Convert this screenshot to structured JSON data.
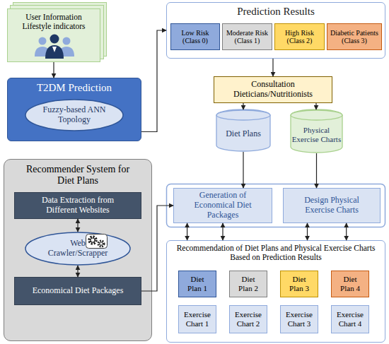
{
  "diagram": {
    "nodes": [
      {
        "text": [
          "User Information Lifestyle indicators"
        ]
      },
      {
        "text": [
          "T2DM Prediction"
        ]
      },
      {
        "text": [
          "Fuzzy-based ANN Topology"
        ],
        "in": 1
      },
      {
        "text": [
          "Prediction Results"
        ]
      },
      {
        "text": [
          "Low Risk (Class 0)"
        ],
        "in": 3
      },
      {
        "text": [
          "Moderate Risk (Class 1)"
        ],
        "in": 3
      },
      {
        "text": [
          "High Risk (Class 2)"
        ],
        "in": 3
      },
      {
        "text": [
          "Diabetic Patients (Class 3)"
        ],
        "in": 3
      },
      {
        "text": [
          "Consultation Dieticians/Nutritionists"
        ]
      },
      {
        "text": [
          "Diet Plans"
        ]
      },
      {
        "text": [
          "Physical Exercise Charts"
        ]
      },
      {
        "text": [
          "Recommender System for Diet Plans"
        ]
      },
      {
        "text": [
          "Data Extraction from Different Websites"
        ],
        "in": 11
      },
      {
        "text": [
          "Web Crawler/Scrapper"
        ],
        "in": 11
      },
      {
        "text": [
          "Economical Diet Packages"
        ],
        "in": 11
      },
      {
        "text": [
          "Generation of Economical Diet Packages"
        ]
      },
      {
        "text": [
          "Design Physical Exercise Charts"
        ]
      },
      {
        "text": [
          "Recommendation of Diet Plans and Physical Exercise Charts Based on Prediction Results"
        ]
      },
      {
        "text": [
          "Diet Plan 1"
        ],
        "in": 17
      },
      {
        "text": [
          "Diet Plan 2"
        ],
        "in": 17
      },
      {
        "text": [
          "Diet Plan 3"
        ],
        "in": 17
      },
      {
        "text": [
          "Diet Plan 4"
        ],
        "in": 17
      },
      {
        "text": [
          "Exercise Chart 1"
        ],
        "in": 17
      },
      {
        "text": [
          "Exercise Chart 2"
        ],
        "in": 17
      },
      {
        "text": [
          "Exercise Chart 3"
        ],
        "in": 17
      },
      {
        "text": [
          "Exercise Chart 4"
        ],
        "in": 17
      }
    ],
    "edges": [
      {
        "from": 0,
        "to": 1,
        "arrow": "to"
      },
      {
        "from": 1,
        "to": 3,
        "arrow": "to"
      },
      {
        "from": 3,
        "to": 8,
        "arrow": "to"
      },
      {
        "from": 8,
        "to": 9,
        "arrow": "to"
      },
      {
        "from": 8,
        "to": 10,
        "arrow": "to"
      },
      {
        "from": 9,
        "to": 15,
        "arrow": "to"
      },
      {
        "from": 10,
        "to": 16,
        "arrow": "to"
      },
      {
        "from": 12,
        "to": 13,
        "arrow": "both"
      },
      {
        "from": 13,
        "to": 14,
        "arrow": "both"
      },
      {
        "from": 14,
        "to": 15,
        "arrow": "to"
      },
      {
        "from": 15,
        "to": 17,
        "arrow": "both"
      },
      {
        "from": 15,
        "to": 17,
        "arrow": "both"
      },
      {
        "from": 16,
        "to": 17,
        "arrow": "both"
      },
      {
        "from": 16,
        "to": 17,
        "arrow": "both"
      }
    ]
  }
}
